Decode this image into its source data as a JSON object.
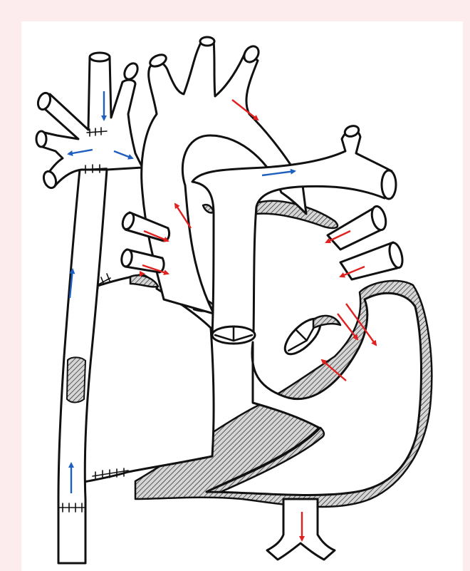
{
  "figure": {
    "type": "cardiac surgical anatomy illustration",
    "background_color": "#fcecee",
    "panel_color": "#ffffff",
    "arrow_colors": {
      "systemic_venous": "#1f5fbf",
      "pulmonary_venous": "#e0211f"
    },
    "arrow_count": {
      "blue": 6,
      "red": 11
    }
  }
}
